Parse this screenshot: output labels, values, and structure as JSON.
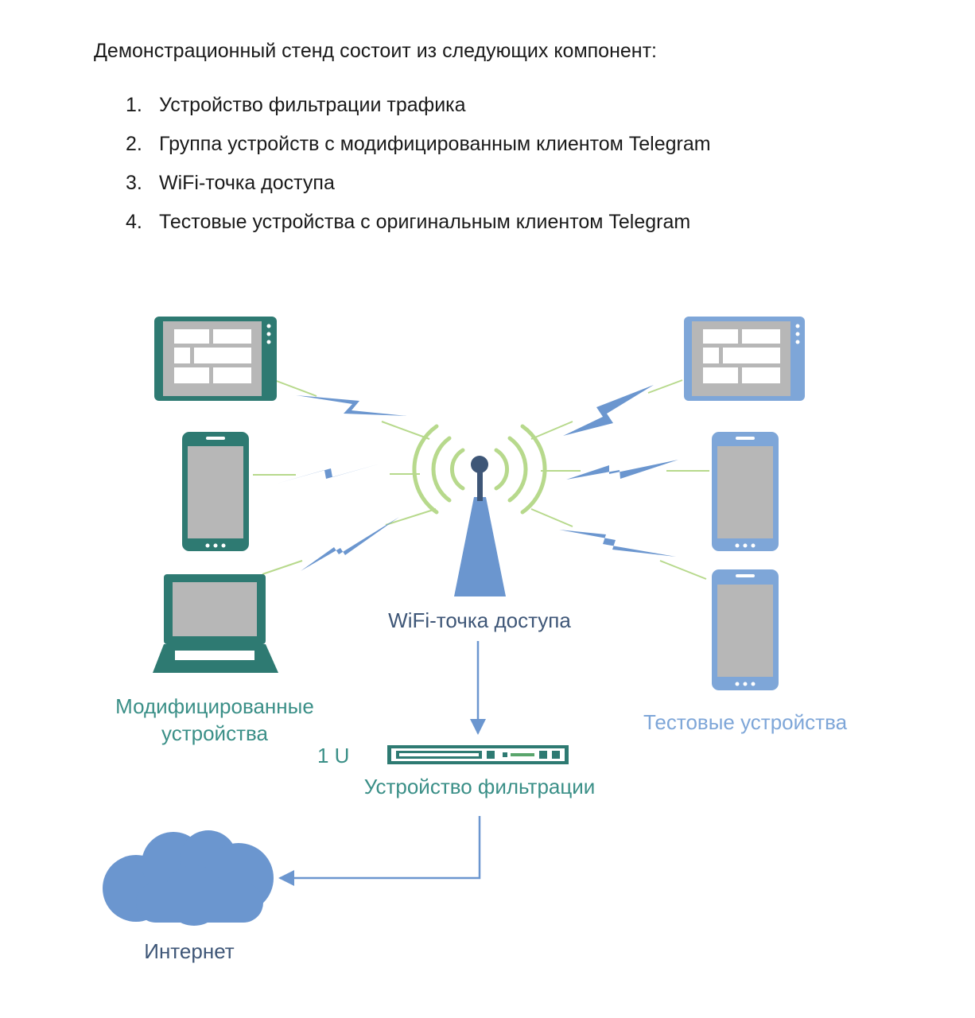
{
  "intro": "Демонстрационный стенд состоит из следующих компонент:",
  "components": [
    {
      "num": "1.",
      "text": "Устройство фильтрации трафика"
    },
    {
      "num": "2.",
      "text": "Группа устройств с модифицированным клиентом Telegram"
    },
    {
      "num": "3.",
      "text": "WiFi-точка доступа"
    },
    {
      "num": "4.",
      "text": "Тестовые устройства с оригинальным клиентом Telegram"
    }
  ],
  "diagram": {
    "ap_label": "WiFi-точка доступа",
    "modified_label_line1": "Модифицированные",
    "modified_label_line2": "устройства",
    "test_label": "Тестовые устройства",
    "rack_unit_label": "1 U",
    "filter_label": "Устройство фильтрации",
    "internet_label": "Интернет"
  },
  "colors": {
    "teal": "#2e7a72",
    "teal_text": "#3a8f87",
    "blue": "#6b96cf",
    "blue_light": "#7ea6d8",
    "navy_text": "#3e5677",
    "green_waves": "#b7d98c",
    "screen_gray": "#b7b7b7"
  }
}
